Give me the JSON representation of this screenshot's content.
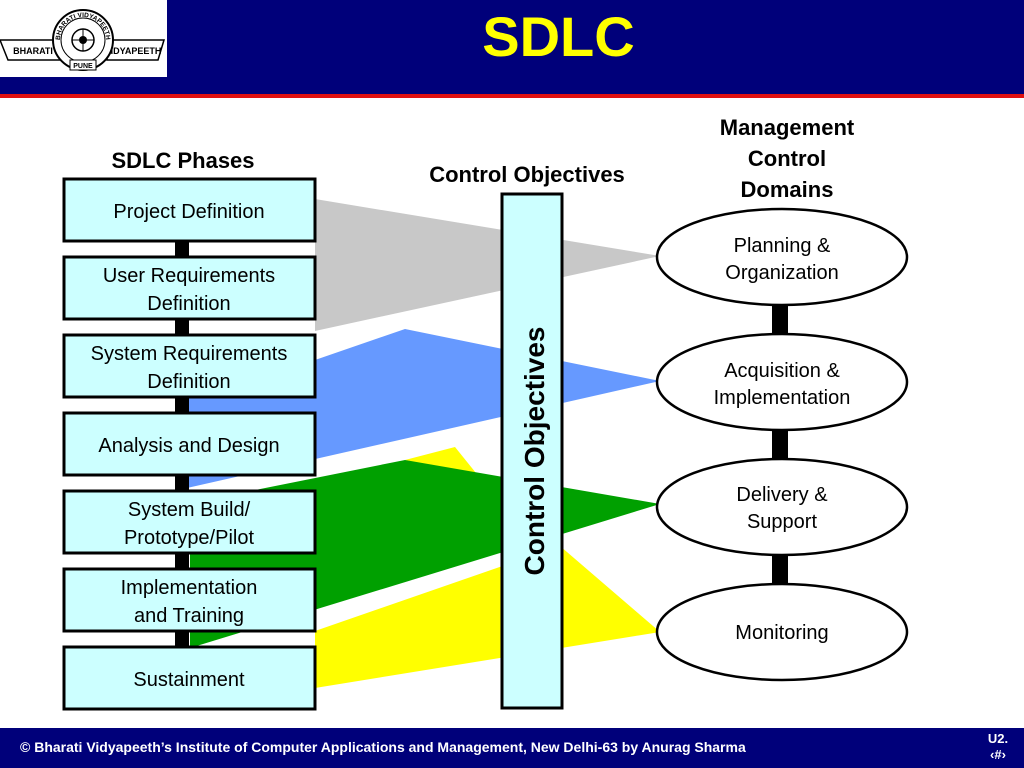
{
  "slide": {
    "title": "SDLC",
    "footer": "© Bharati Vidyapeeth’s Institute of Computer Applications and Management, New Delhi-63 by Anurag Sharma",
    "page_label_line1": "U2.",
    "page_label_line2": "‹#›"
  },
  "logo": {
    "left_text": "BHARATI",
    "right_text": "VIDYAPEETH",
    "bottom_text": "PUNE",
    "ring_text": "BHARATI VIDYAPEETH"
  },
  "diagram": {
    "phases_heading": "SDLC Phases",
    "control_heading": "Control Objectives",
    "control_bar_label": "Control Objectives",
    "domains_heading": [
      "Management",
      "Control",
      "Domains"
    ],
    "phases": [
      {
        "lines": [
          "Project Definition"
        ]
      },
      {
        "lines": [
          "User Requirements",
          "Definition"
        ]
      },
      {
        "lines": [
          "System Requirements",
          "Definition"
        ]
      },
      {
        "lines": [
          "Analysis and Design"
        ]
      },
      {
        "lines": [
          "System Build/",
          "Prototype/Pilot"
        ]
      },
      {
        "lines": [
          "Implementation",
          "and Training"
        ]
      },
      {
        "lines": [
          "Sustainment"
        ]
      }
    ],
    "domains": [
      {
        "lines": [
          "Planning &",
          "Organization"
        ]
      },
      {
        "lines": [
          "Acquisition &",
          "Implementation"
        ]
      },
      {
        "lines": [
          "Delivery &",
          "Support"
        ]
      },
      {
        "lines": [
          "Monitoring"
        ]
      }
    ],
    "colors": {
      "phase_fill": "#ccffff",
      "control_fill": "#ccffff",
      "band_gray": "#c8c8c8",
      "band_blue": "#6699ff",
      "band_green": "#00a000",
      "band_yellow": "#ffff00",
      "header_bg": "#00007a",
      "title_color": "#ffff00",
      "accent_red": "#e01010"
    }
  }
}
